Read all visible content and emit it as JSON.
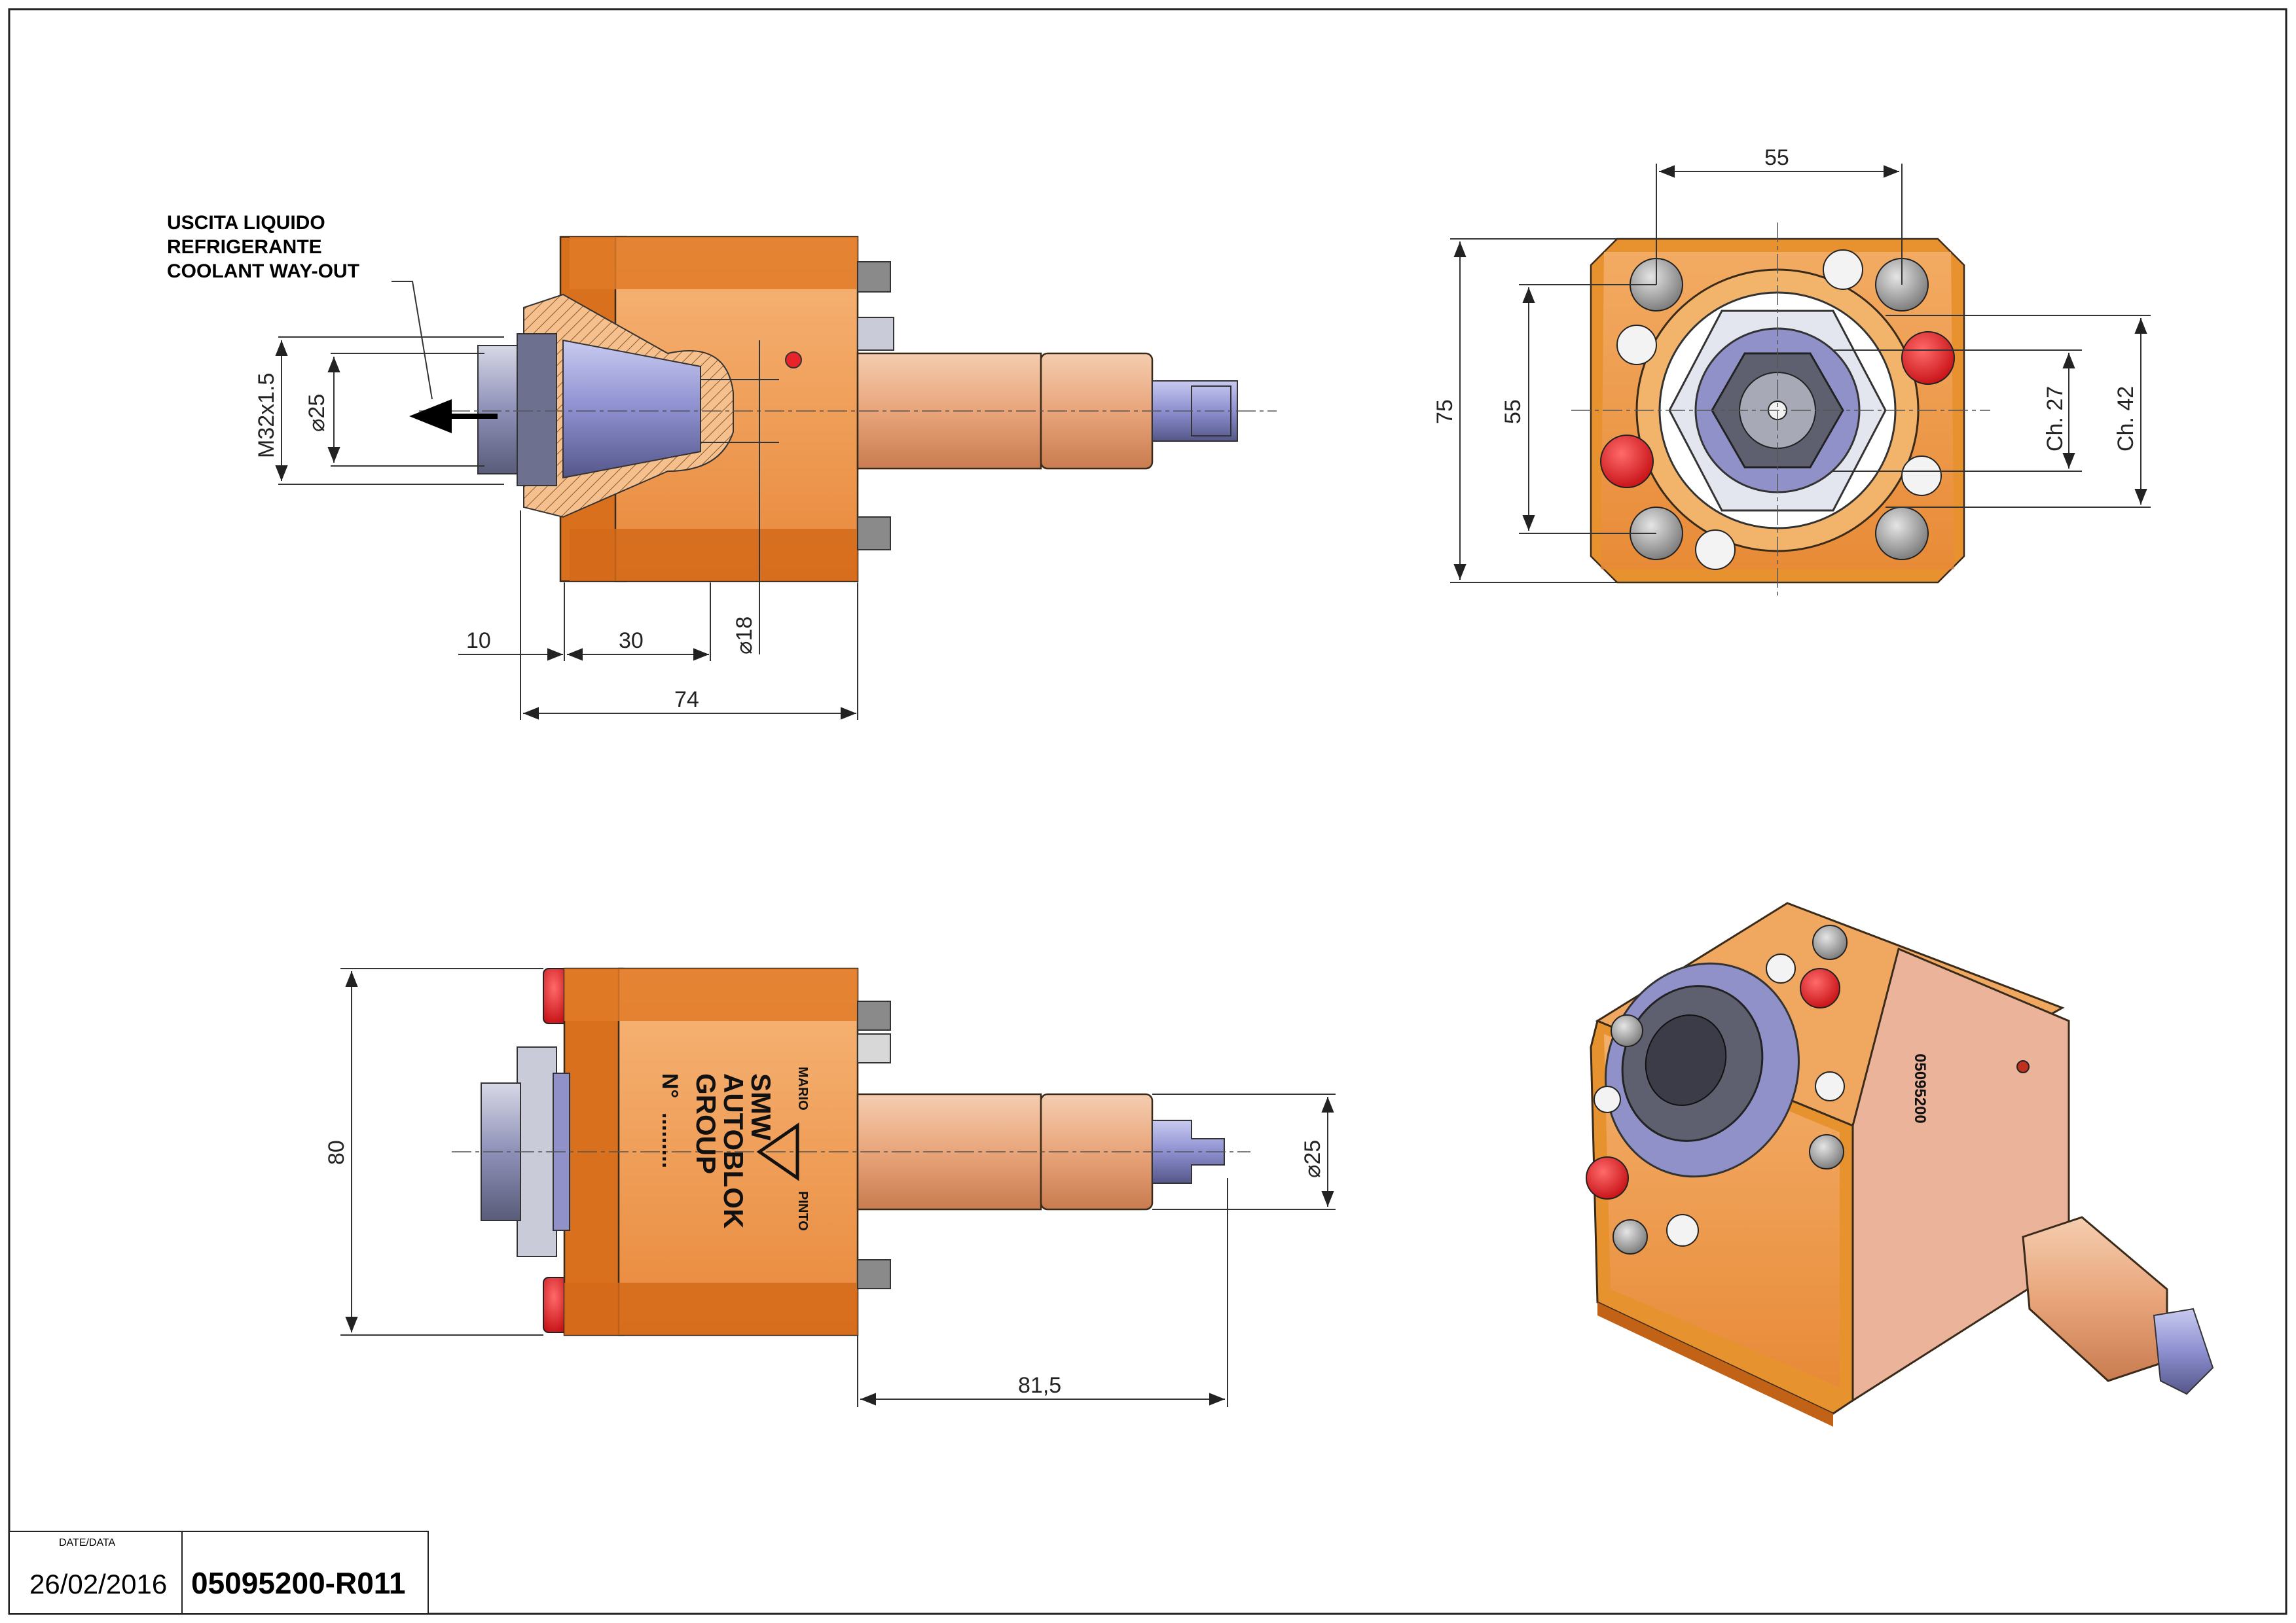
{
  "colors": {
    "body_main": "#F3A25C",
    "body_dark": "#D9701E",
    "body_light": "#F5C79A",
    "shaft": "#EDB48F",
    "steel": "#A9A9B8",
    "collet": "#8F91C8",
    "red_plug": "#E8242A",
    "background": "#FFFFFF"
  },
  "title_block": {
    "date_label": "DATE/DATA",
    "date_value": "26/02/2016",
    "drawing_code": "05095200-R011"
  },
  "side_view": {
    "note_lines": [
      "USCITA LIQUIDO",
      "REFRIGERANTE",
      "COOLANT WAY-OUT"
    ],
    "dims": {
      "thread": "M32x1.5",
      "dia_collet": "⌀25",
      "dia_bore": "⌀18",
      "len_a": "10",
      "len_b": "30",
      "len_total": "74"
    }
  },
  "front_view": {
    "dims": {
      "width_top": "55",
      "height_total": "75",
      "height_inner": "55",
      "ch_27": "Ch. 27",
      "ch_42": "Ch. 42"
    }
  },
  "bottom_view": {
    "dims": {
      "height": "80",
      "shaft_dia": "⌀25",
      "shaft_len": "81,5"
    },
    "logo": {
      "brand_a": "MARIO",
      "brand_b": "PINTO",
      "group_lines": [
        "SMW",
        "AUTOBLOK",
        "GROUP"
      ],
      "serial_label": "N°",
      "serial_value": "........."
    }
  },
  "iso_view": {
    "engraved_code": "05095200"
  }
}
